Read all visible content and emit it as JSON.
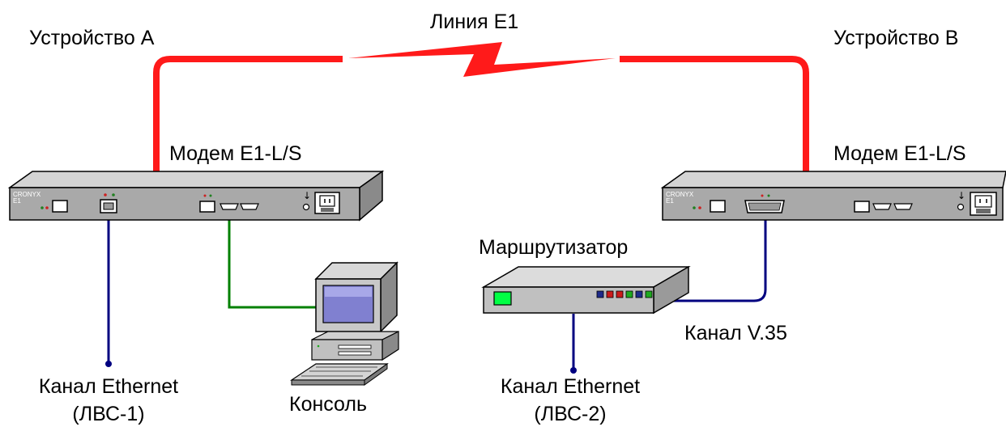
{
  "labels": {
    "device_a": "Устройство A",
    "device_b": "Устройство B",
    "e1_line": "Линия E1",
    "modem_a": "Модем E1-L/S",
    "modem_b": "Модем E1-L/S",
    "router": "Маршрутизатор",
    "v35_channel": "Канал V.35",
    "console": "Консоль",
    "ethernet_1": "Канал Ethernet",
    "lan_1": "(ЛВС-1)",
    "ethernet_2": "Канал Ethernet",
    "lan_2": "(ЛВС-2)"
  },
  "modem_brand": {
    "name": "CRONYX",
    "model": "E1"
  },
  "colors": {
    "e1_line": "#ff1a1a",
    "ethernet_cable": "#000080",
    "console_cable": "#008000",
    "v35_cable": "#000080",
    "chassis_top": "#d4d4d4",
    "chassis_front": "#a9a9a9",
    "router_top": "#dcdcdc",
    "router_front": "#c0c0c0",
    "router_screen": "#00ff44",
    "monitor_screen": "#8080d0"
  },
  "icons": [
    "ethernet-port-icon",
    "db9-port-icon",
    "power-socket-icon",
    "led-icon",
    "computer-icon",
    "router-icon"
  ]
}
